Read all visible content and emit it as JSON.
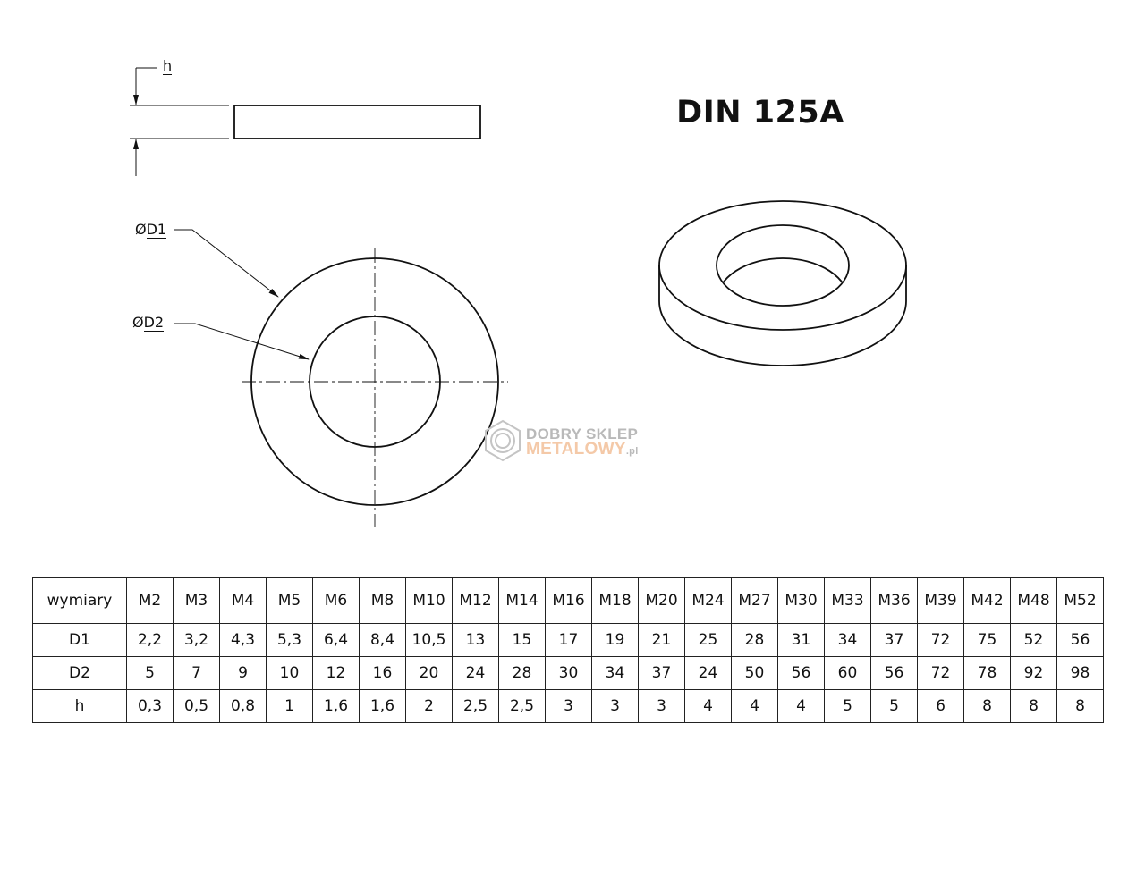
{
  "title": "DIN 125A",
  "labels": {
    "h": "h",
    "d1_prefix": "Ø",
    "d1": "D1",
    "d2_prefix": "Ø",
    "d2": "D2"
  },
  "watermark": {
    "line1": "DOBRY SKLEP",
    "line2": "METALOWY",
    "suffix": ".pl"
  },
  "table": {
    "header": [
      "wymiary",
      "M2",
      "M3",
      "M4",
      "M5",
      "M6",
      "M8",
      "M10",
      "M12",
      "M14",
      "M16",
      "M18",
      "M20",
      "M24",
      "M27",
      "M30",
      "M33",
      "M36",
      "M39",
      "M42",
      "M48",
      "M52"
    ],
    "rows": [
      [
        "D1",
        "2,2",
        "3,2",
        "4,3",
        "5,3",
        "6,4",
        "8,4",
        "10,5",
        "13",
        "15",
        "17",
        "19",
        "21",
        "25",
        "28",
        "31",
        "34",
        "37",
        "72",
        "75",
        "52",
        "56"
      ],
      [
        "D2",
        "5",
        "7",
        "9",
        "10",
        "12",
        "16",
        "20",
        "24",
        "28",
        "30",
        "34",
        "37",
        "24",
        "50",
        "56",
        "60",
        "56",
        "72",
        "78",
        "92",
        "98"
      ],
      [
        "h",
        "0,3",
        "0,5",
        "0,8",
        "1",
        "1,6",
        "1,6",
        "2",
        "2,5",
        "2,5",
        "3",
        "3",
        "3",
        "4",
        "4",
        "4",
        "5",
        "5",
        "6",
        "8",
        "8",
        "8"
      ]
    ]
  }
}
